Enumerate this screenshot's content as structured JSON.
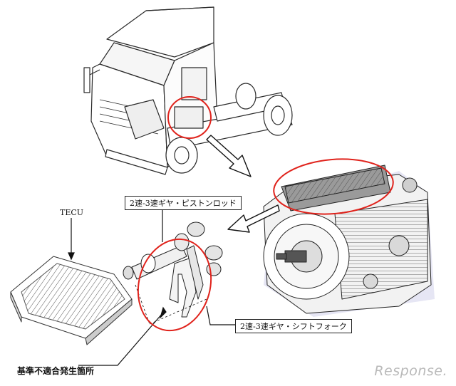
{
  "labels": {
    "piston_rod": "2速-3速ギヤ・ピストンロッド",
    "tecu": "TECU",
    "shift_fork": "2速-3速ギヤ・シフトフォーク",
    "defect_location": "基準不適合発生箇所"
  },
  "watermark": "Response.",
  "colors": {
    "highlight_circle": "#e0231c",
    "line_art": "#2a2a2a",
    "transmission_shadow": "#d9d9ee"
  }
}
